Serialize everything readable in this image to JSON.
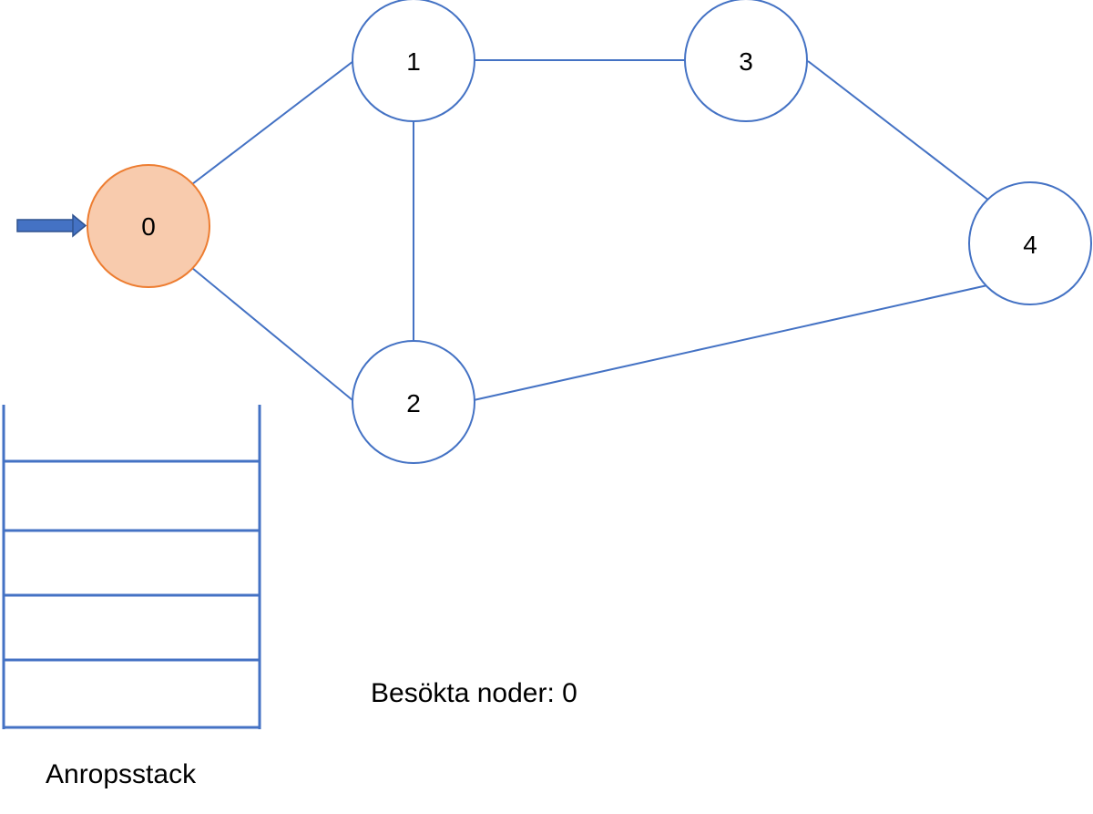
{
  "graph": {
    "nodes": [
      {
        "id": "0",
        "label": "0",
        "current": true
      },
      {
        "id": "1",
        "label": "1",
        "current": false
      },
      {
        "id": "2",
        "label": "2",
        "current": false
      },
      {
        "id": "3",
        "label": "3",
        "current": false
      },
      {
        "id": "4",
        "label": "4",
        "current": false
      }
    ],
    "edges": [
      [
        "0",
        "1"
      ],
      [
        "0",
        "2"
      ],
      [
        "1",
        "2"
      ],
      [
        "1",
        "3"
      ],
      [
        "3",
        "4"
      ],
      [
        "2",
        "4"
      ]
    ],
    "pointer_target": "0"
  },
  "stack": {
    "caption": "Anropsstack",
    "slots": [
      "",
      "",
      "",
      ""
    ]
  },
  "status": {
    "visited_text": "Besökta noder: 0"
  },
  "colors": {
    "edge": "#4472c4",
    "node_stroke": "#4472c4",
    "active_fill": "#f8cbad",
    "active_stroke": "#ed7d31",
    "pointer": "#4472c4"
  }
}
